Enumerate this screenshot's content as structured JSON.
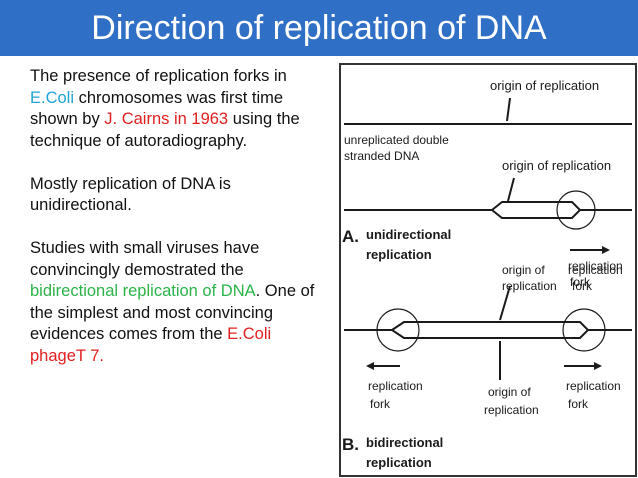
{
  "title": "Direction of replication of DNA",
  "text": {
    "p1": [
      {
        "t": "The presence of replication forks in ",
        "c": ""
      },
      {
        "t": "E.Coli",
        "c": "blue"
      },
      {
        "t": " chromosomes was first time shown by ",
        "c": ""
      },
      {
        "t": "J. Cairns in 1963",
        "c": "red"
      },
      {
        "t": " using the technique of autoradiography.",
        "c": ""
      }
    ],
    "p2": "Mostly replication of DNA is unidirectional.",
    "p3": [
      {
        "t": "Studies with small viruses have convincingly demostrated the ",
        "c": ""
      },
      {
        "t": "bidirectional replication of DNA",
        "c": "green"
      },
      {
        "t": ".",
        "c": ""
      },
      {
        "t": " One of the simplest and most convincing evidences comes from the ",
        "c": ""
      },
      {
        "t": "E.Coli phageT 7.",
        "c": "red"
      }
    ]
  },
  "figure": {
    "origin_top": "origin of replication",
    "unreplicated_1": "unreplicated double",
    "unreplicated_2": "stranded DNA",
    "origin_a": "origin of replication",
    "a_letter": "A.",
    "a_label_1": "unidirectional",
    "a_label_2": "replication",
    "fork_a_1": "replication",
    "fork_a_2": "fork",
    "origin_b_1": "origin of",
    "origin_b_2": "replication",
    "fork_b_top_1": "replication",
    "fork_b_top_2": "fork",
    "fork_left_1": "replication",
    "fork_left_2": "fork",
    "origin_b_low_1": "origin of",
    "origin_b_low_2": "replication",
    "fork_right_1": "replication",
    "fork_right_2": "fork",
    "b_letter": "B.",
    "b_label_1": "bidirectional",
    "b_label_2": "replication"
  }
}
